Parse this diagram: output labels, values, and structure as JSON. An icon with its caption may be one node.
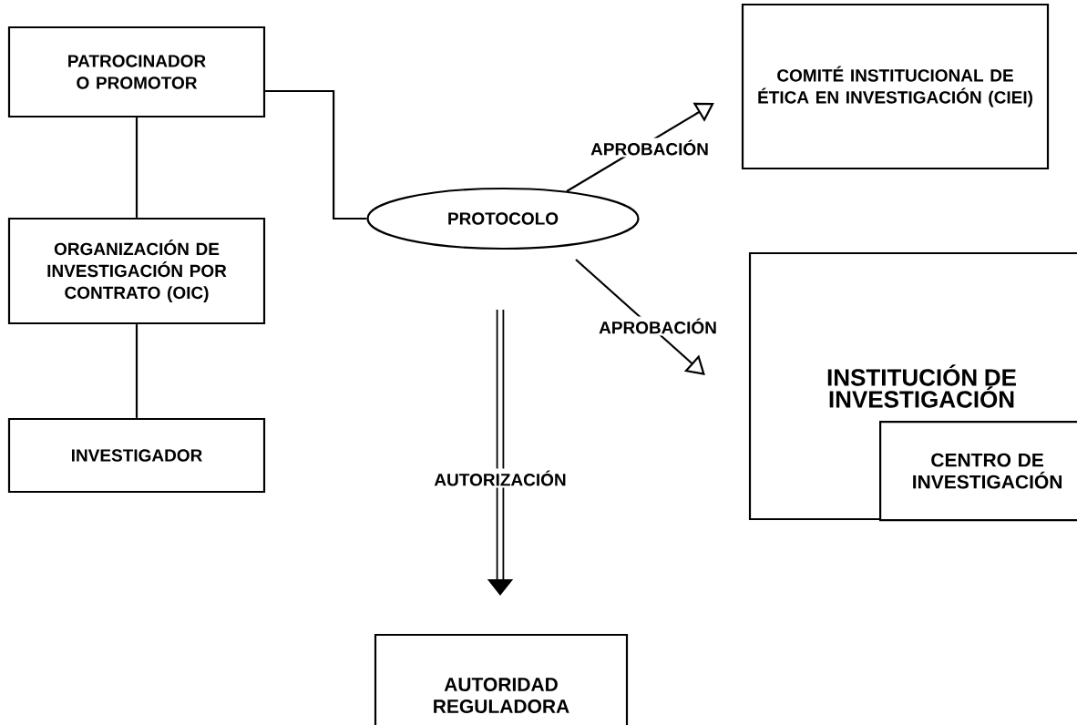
{
  "diagram": {
    "nodes": [
      {
        "text": [
          "PATROCINADOR O PROMOTOR"
        ]
      },
      {
        "text": [
          "ORGANIZACIÓN DE INVESTIGACIÓN POR CONTRATO (OIC)"
        ]
      },
      {
        "text": [
          "INVESTIGADOR"
        ]
      },
      {
        "text": [
          "PROTOCOLO"
        ]
      },
      {
        "text": [
          "COMITÉ INSTITUCIONAL DE ÉTICA EN INVESTIGACIÓN (CIEI)"
        ]
      },
      {
        "text": [
          "INSTITUCIÓN DE INVESTIGACIÓN"
        ]
      },
      {
        "text": [
          "CENTRO DE INVESTIGACIÓN"
        ],
        "in": 5
      },
      {
        "text": [
          "AUTORIDAD REGULADORA"
        ]
      }
    ],
    "edges": [
      {
        "from": 0,
        "to": 1,
        "arrow": "none"
      },
      {
        "from": 1,
        "to": 2,
        "arrow": "none"
      },
      {
        "from": 0,
        "to": 3,
        "arrow": "none"
      },
      {
        "from": 3,
        "to": 4,
        "arrow": "to",
        "label": "APROBACIÓN"
      },
      {
        "from": 3,
        "to": 5,
        "arrow": "to",
        "label": "APROBACIÓN"
      },
      {
        "from": null,
        "to": 7,
        "arrow": "to",
        "label": "AUTORIZACIÓN",
        "style": "thick"
      }
    ]
  }
}
